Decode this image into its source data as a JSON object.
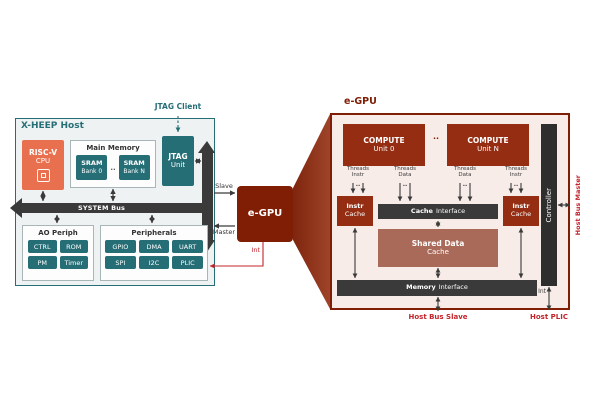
{
  "xheep": {
    "title": "X-HEEP Host",
    "jtag_client_label": "JTAG Client",
    "cpu": {
      "name": "RISC-V",
      "sub": "CPU"
    },
    "main_memory": {
      "title": "Main Memory",
      "bank0": {
        "l1": "SRAM",
        "l2": "Bank 0"
      },
      "dots": "..",
      "bankN": {
        "l1": "SRAM",
        "l2": "Bank N"
      }
    },
    "jtag_unit": {
      "l1": "JTAG",
      "l2": "Unit"
    },
    "system_bus_label": "SYSTEM Bus",
    "ao_periph": {
      "title": "AO Periph",
      "items": [
        "CTRL",
        "ROM",
        "PM",
        "Timer"
      ]
    },
    "peripherals": {
      "title": "Peripherals",
      "items": [
        "GPIO",
        "DMA",
        "UART",
        "SPI",
        "I2C",
        "PLIC"
      ]
    }
  },
  "link": {
    "slave": "Slave",
    "master": "Master",
    "int": "Int"
  },
  "egpu_block": {
    "label": "e-GPU"
  },
  "egpu": {
    "title": "e-GPU",
    "compute0": {
      "l1": "COMPUTE",
      "l2": "Unit 0"
    },
    "dots": "..",
    "computeN": {
      "l1": "COMPUTE",
      "l2": "Unit N"
    },
    "threads": {
      "instr": {
        "l1": "Threads",
        "l2": "Instr"
      },
      "data": {
        "l1": "Threads",
        "l2": "Data"
      },
      "dots": ".."
    },
    "instr_cache": {
      "l1": "Instr",
      "l2": "Cache"
    },
    "cache_interface": {
      "bold": "Cache",
      "rest": "Interface"
    },
    "shared_cache": {
      "l1": "Shared Data",
      "l2": "Cache"
    },
    "memory_interface": {
      "bold": "Memory",
      "rest": "Interface"
    },
    "controller": "Controller",
    "host_bus_master": "Host Bus Master",
    "host_bus_slave": "Host Bus Slave",
    "host_plic": "Host PLIC",
    "int": "Int"
  },
  "colors": {
    "teal": "#266e76",
    "orange": "#e9704f",
    "maroon": "#7f1e04",
    "brick": "#942d12",
    "rose": "#aa6a59",
    "interface_dark": "#3a3a3a",
    "red_label": "#c3242b"
  }
}
